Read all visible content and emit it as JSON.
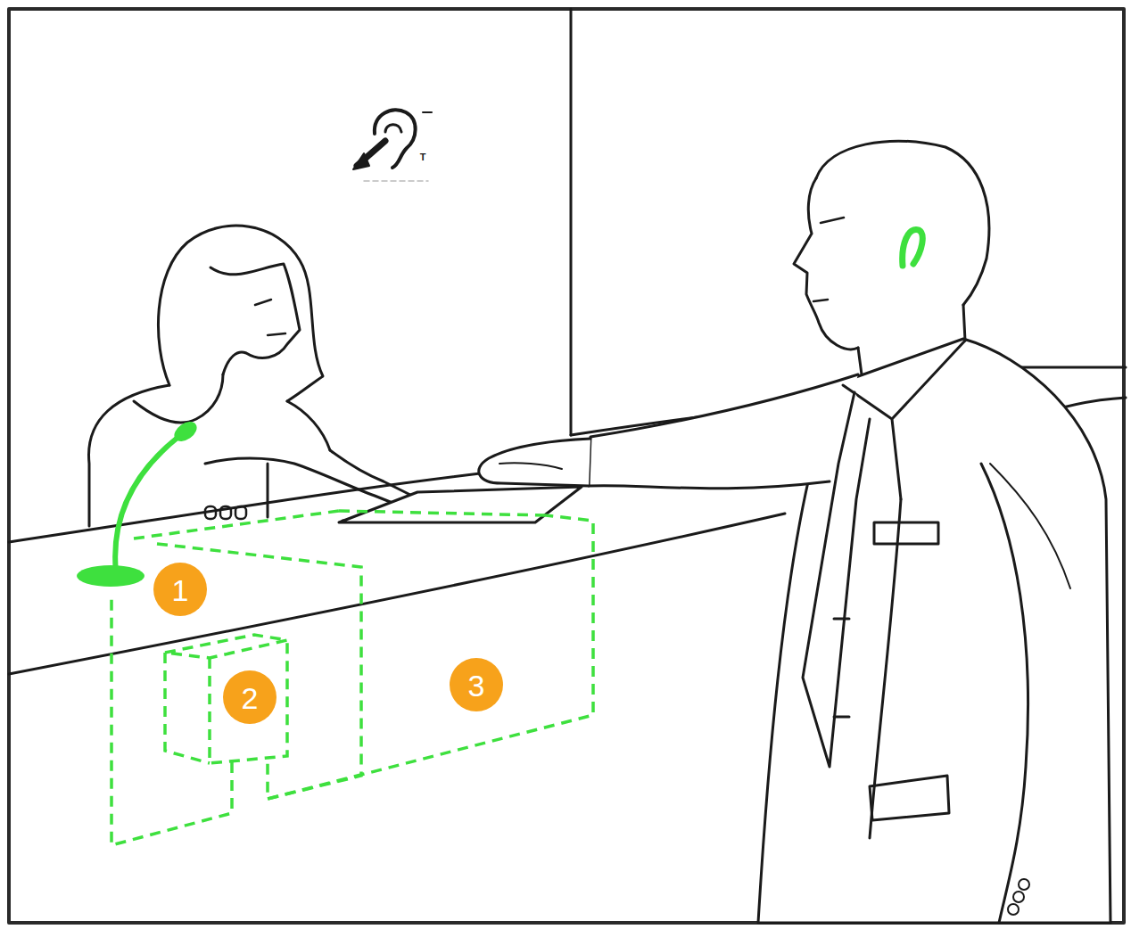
{
  "diagram": {
    "labels": [
      "T",
      "1",
      "2",
      "3"
    ]
  }
}
